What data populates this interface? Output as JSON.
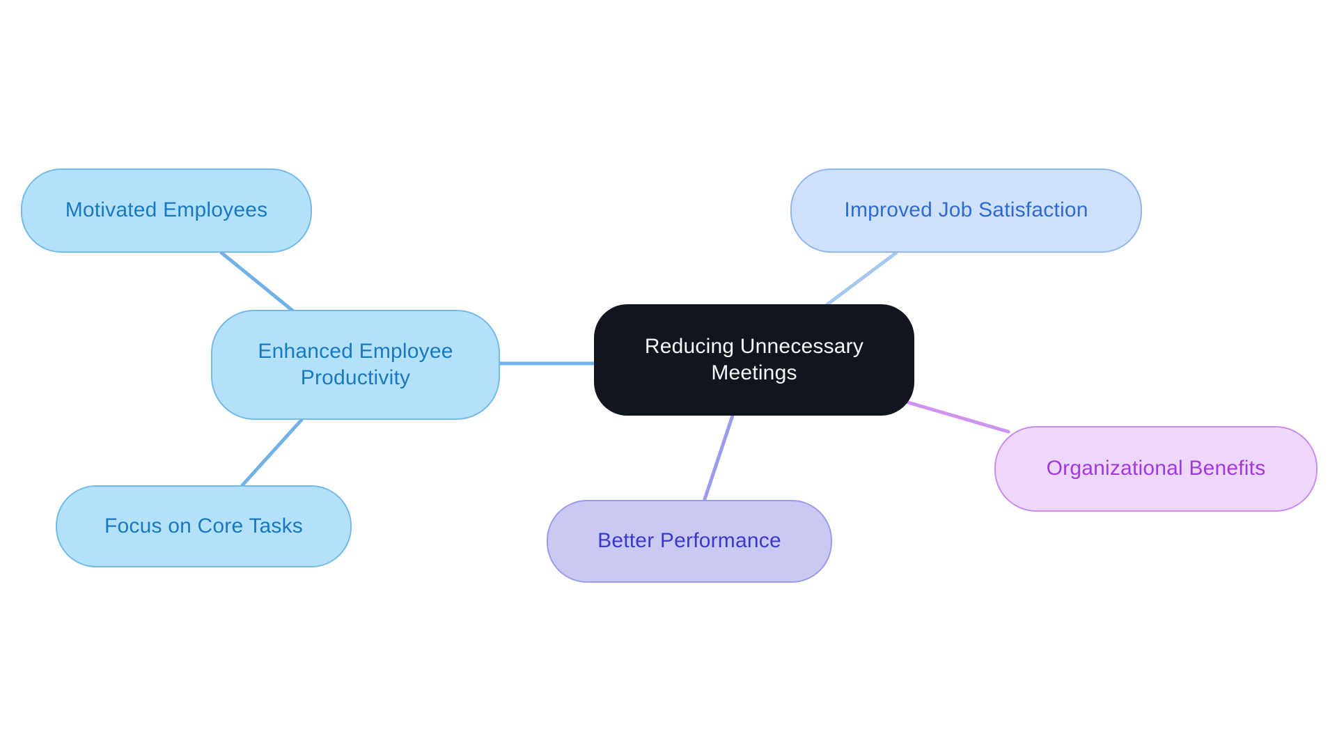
{
  "canvas": {
    "background": "#ffffff"
  },
  "mindmap": {
    "type": "mindmap",
    "root": {
      "label": "Reducing Unnecessary Meetings"
    },
    "branches": {
      "enhanced": {
        "label": "Enhanced Employee Productivity"
      },
      "motivated": {
        "label": "Motivated Employees"
      },
      "focus": {
        "label": "Focus on Core Tasks"
      },
      "improved": {
        "label": "Improved Job Satisfaction"
      },
      "better": {
        "label": "Better Performance"
      },
      "organizational": {
        "label": "Organizational Benefits"
      }
    },
    "edges": [
      {
        "from": "Reducing Unnecessary Meetings",
        "to": "Enhanced Employee Productivity"
      },
      {
        "from": "Reducing Unnecessary Meetings",
        "to": "Improved Job Satisfaction"
      },
      {
        "from": "Reducing Unnecessary Meetings",
        "to": "Better Performance"
      },
      {
        "from": "Reducing Unnecessary Meetings",
        "to": "Organizational Benefits"
      },
      {
        "from": "Enhanced Employee Productivity",
        "to": "Motivated Employees"
      },
      {
        "from": "Enhanced Employee Productivity",
        "to": "Focus on Core Tasks"
      }
    ]
  },
  "colors": {
    "root_fill": "#11161e",
    "root_text": "#f7f9fb",
    "cyan_fill": "#b4e1fa",
    "cyan_border": "#73b9e9",
    "cyan_text": "#1879c1",
    "blue_fill": "#cfe0fa",
    "blue_border": "#92b5ec",
    "blue_text": "#2e6cd4",
    "indigo_fill": "#c9c9f4",
    "indigo_border": "#9c9be9",
    "indigo_text": "#3b3ac6",
    "purple_fill": "#edd8fb",
    "purple_border": "#c98cf0",
    "purple_text": "#a338de",
    "edge_cyan": "#70b2e7",
    "edge_blue": "#a6c8f0",
    "edge_indigo": "#9b9bec",
    "edge_purple": "#cf93f0"
  }
}
